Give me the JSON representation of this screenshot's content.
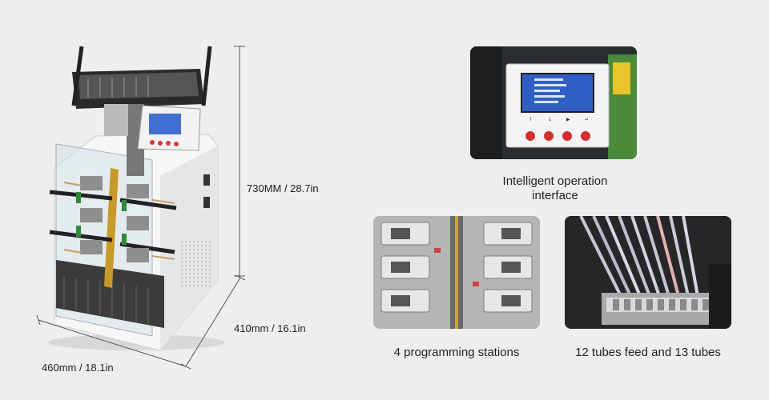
{
  "dimensions": {
    "height": "730MM / 28.7in",
    "depth": "410mm / 16.1in",
    "width": "460mm / 18.1in"
  },
  "features": [
    {
      "caption": "Intelligent operation interface"
    },
    {
      "caption": "4 programming stations"
    },
    {
      "caption": "12 tubes feed and 13 tubes"
    }
  ],
  "icons": {
    "machine": "tube-programmer-machine-image",
    "interface": "lcd-control-panel-image",
    "stations": "programming-sockets-image",
    "tubes": "tube-feeder-image"
  }
}
